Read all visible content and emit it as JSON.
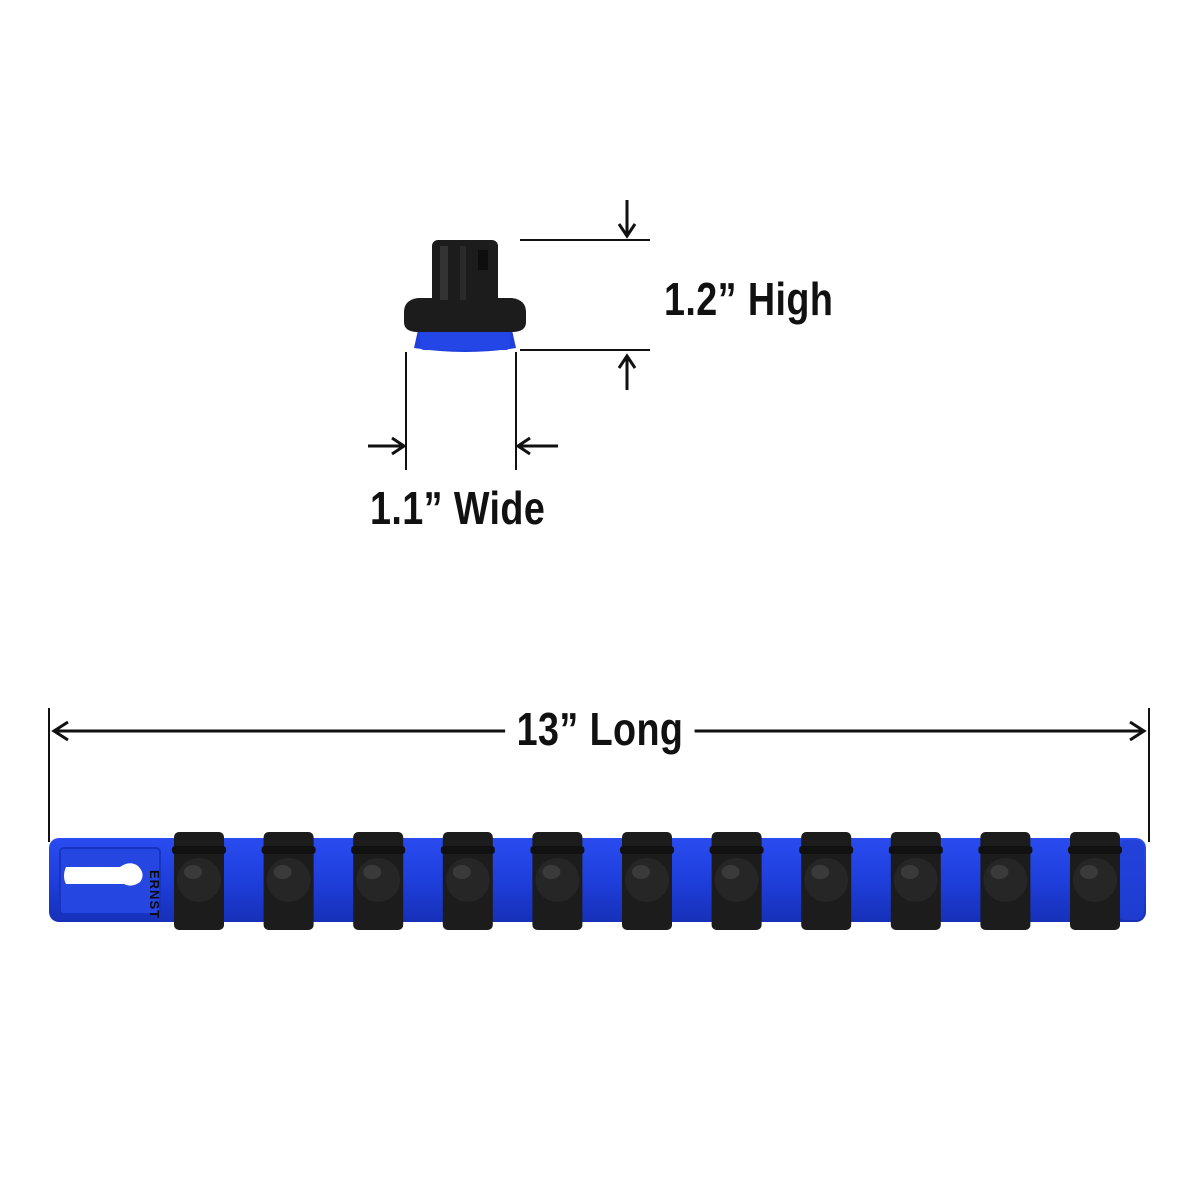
{
  "dimensions": {
    "height_label": "1.2” High",
    "width_label": "1.1” Wide",
    "length_label": "13” Long"
  },
  "product": {
    "brand": "ERNST",
    "clip_count": 11
  },
  "colors": {
    "rail_blue": "#1f3fdc",
    "rail_blue_dark": "#1630b8",
    "clip_black": "#1c1c1c",
    "line": "#111111"
  }
}
